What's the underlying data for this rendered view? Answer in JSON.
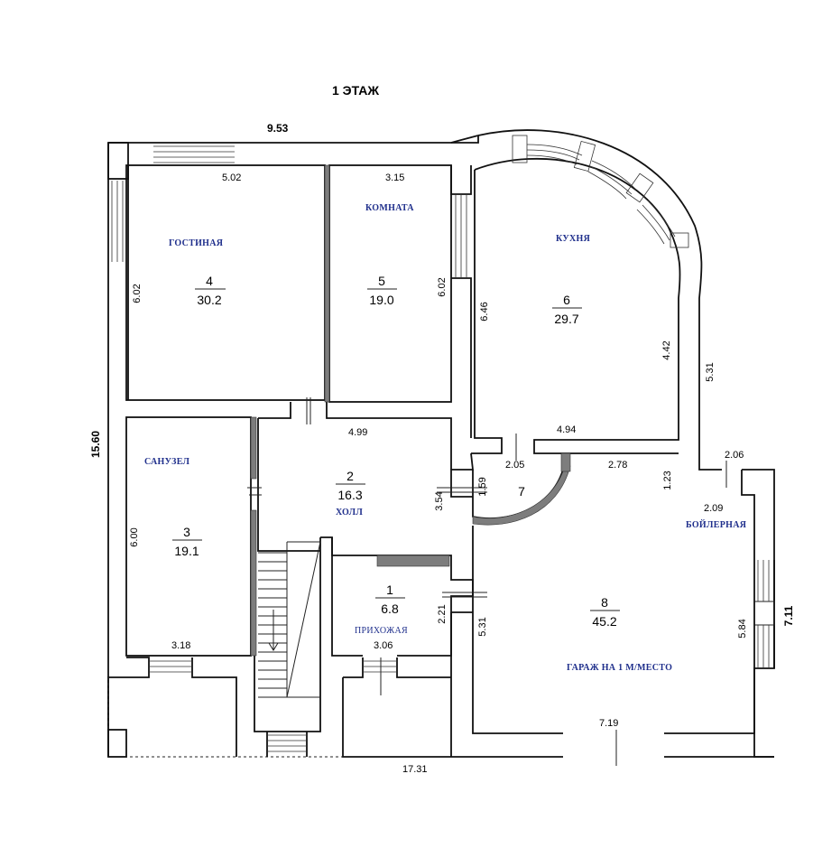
{
  "floor_title": "1 ЭТАЖ",
  "rooms": [
    {
      "num": "4",
      "area": "30.2",
      "name": "ГОСТИНАЯ"
    },
    {
      "num": "5",
      "area": "19.0",
      "name": "КОМНАТА"
    },
    {
      "num": "6",
      "area": "29.7",
      "name": "КУХНЯ"
    },
    {
      "num": "3",
      "area": "19.1",
      "name": "САНУЗЕЛ"
    },
    {
      "num": "2",
      "area": "16.3",
      "name": "ХОЛЛ"
    },
    {
      "num": "7",
      "area": "",
      "name": ""
    },
    {
      "num": "1",
      "area": "6.8",
      "name": "ПРИХОЖАЯ"
    },
    {
      "num": "8",
      "area": "45.2",
      "name": "ГАРАЖ НА 1 М/МЕСТО"
    },
    {
      "num": "",
      "area": "",
      "name": "БОЙЛЕРНАЯ"
    }
  ],
  "dimensions": {
    "top_overall": "9.53",
    "left_overall": "15.60",
    "bottom_overall": "17.31",
    "right_overall": "7.11",
    "living_width": "5.02",
    "living_height": "6.02",
    "room_width": "3.15",
    "room_height": "6.02",
    "kitchen_left": "6.46",
    "kitchen_right": "4.42",
    "kitchen_bottom": "4.94",
    "outer_arc": "5.31",
    "hall_width": "4.99",
    "hall_height": "3.54",
    "bath_height": "6.00",
    "bath_width": "3.18",
    "small_7_height": "1.59",
    "small_7_width": "2.05",
    "garage_top": "2.78",
    "boiler_height": "1.23",
    "boiler_width_a": "2.06",
    "boiler_width_b": "2.09",
    "entry_height": "2.21",
    "entry_width": "3.06",
    "garage_left": "5.31",
    "garage_right": "5.84",
    "garage_bottom": "7.19"
  }
}
